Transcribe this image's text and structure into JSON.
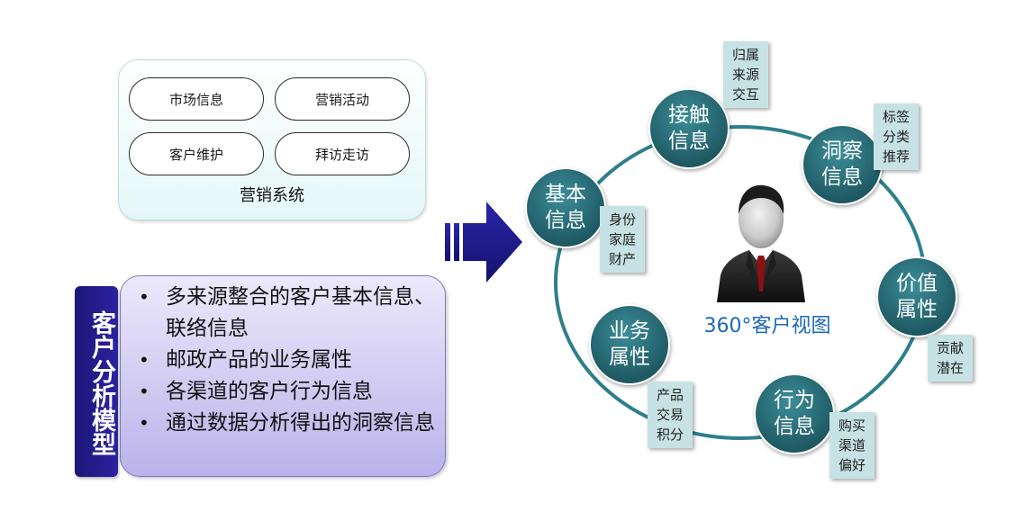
{
  "marketing_system": {
    "title": "营销系统",
    "items": [
      "市场信息",
      "营销活动",
      "客户维护",
      "拜访走访"
    ]
  },
  "analysis_model": {
    "label": "客户分析模型",
    "points": [
      "多来源整合的客户基本信息、联络信息",
      "邮政产品的业务属性",
      "各渠道的客户行为信息",
      "通过数据分析得出的洞察信息"
    ]
  },
  "customer_view": {
    "title": "360°客户视图",
    "ring_color": "#2e7f8c",
    "node_color": "#256a75",
    "note_color": "#c7e2e4",
    "nodes": [
      {
        "label": "接触\n信息",
        "note": "归属\n来源\n交互"
      },
      {
        "label": "洞察\n信息",
        "note": "标签\n分类\n推荐"
      },
      {
        "label": "价值\n属性",
        "note": "贡献\n潜在"
      },
      {
        "label": "行为\n信息",
        "note": "购买\n渠道\n偏好"
      },
      {
        "label": "业务\n属性",
        "note": "产品\n交易\n积分"
      },
      {
        "label": "基本\n信息",
        "note": "身份\n家庭\n财产"
      }
    ]
  }
}
